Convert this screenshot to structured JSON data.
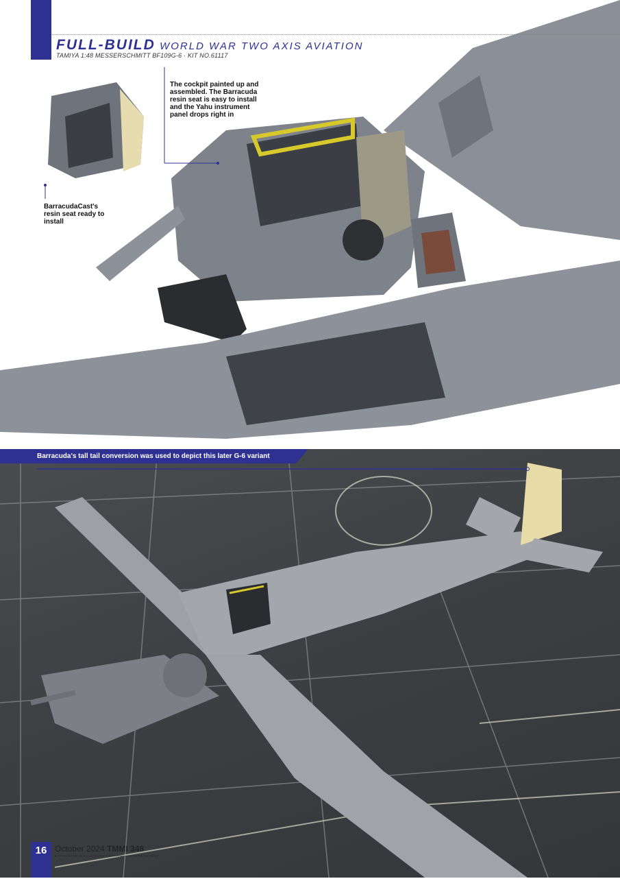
{
  "header": {
    "section": "FULL-BUILD",
    "category": "WORLD WAR TWO AXIS AVIATION",
    "kit_line": "TAMIYA 1:48 MESSERSCHMITT BF109G-6 · KIT NO.61117"
  },
  "captions": {
    "cockpit": "The cockpit painted up and assembled. The Barracuda resin seat is easy to install and the Yahu instrument panel drops right in",
    "seat": "BarracudaCast's resin seat ready to install",
    "tail": "Barracuda's tall tail conversion was used to depict this later G-6 variant"
  },
  "footer": {
    "page_number": "16",
    "date": "October 2024",
    "issue": "TMMI 348"
  },
  "colors": {
    "accent": "#2e3192"
  }
}
